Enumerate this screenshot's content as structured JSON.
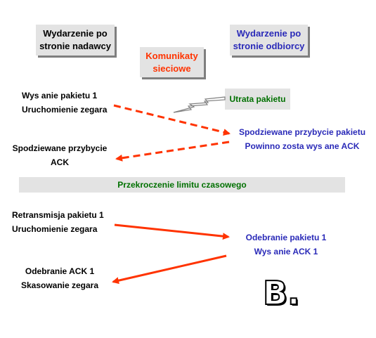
{
  "colors": {
    "sender": "#000000",
    "receiver": "#2a2ab8",
    "network": "#ff3300",
    "loss": "#007000",
    "arrow": "#ff3300",
    "box_bg": "#e3e3e3",
    "box_shadow": "#7f7f7f"
  },
  "headers": {
    "sender": "Wydarzenie po\nstronie nadawcy",
    "network": "Komunikaty\nsieciowe",
    "receiver": "Wydarzenie po\nstronie odbiorcy"
  },
  "loss_label": "Utrata pakietu",
  "timeout_label": "Przekroczenie limitu  czasowego",
  "sender_events": {
    "send1": "Wys anie pakietu 1\nUruchomienie zegara",
    "expect_ack": "Spodziewane przybycie\nACK",
    "retransmit": "Retransmisja pakietu 1\nUruchomienie zegara",
    "ack_received": "Odebranie ACK 1\nSkasowanie zegara"
  },
  "receiver_events": {
    "expected_arrival": "Spodziewane przybycie pakietu\nPowinno zosta   wys ane ACK",
    "packet_received": "Odebranie pakietu 1\nWys anie ACK 1"
  },
  "panel_letter": "B.",
  "icons": [
    "lightning-icon"
  ]
}
